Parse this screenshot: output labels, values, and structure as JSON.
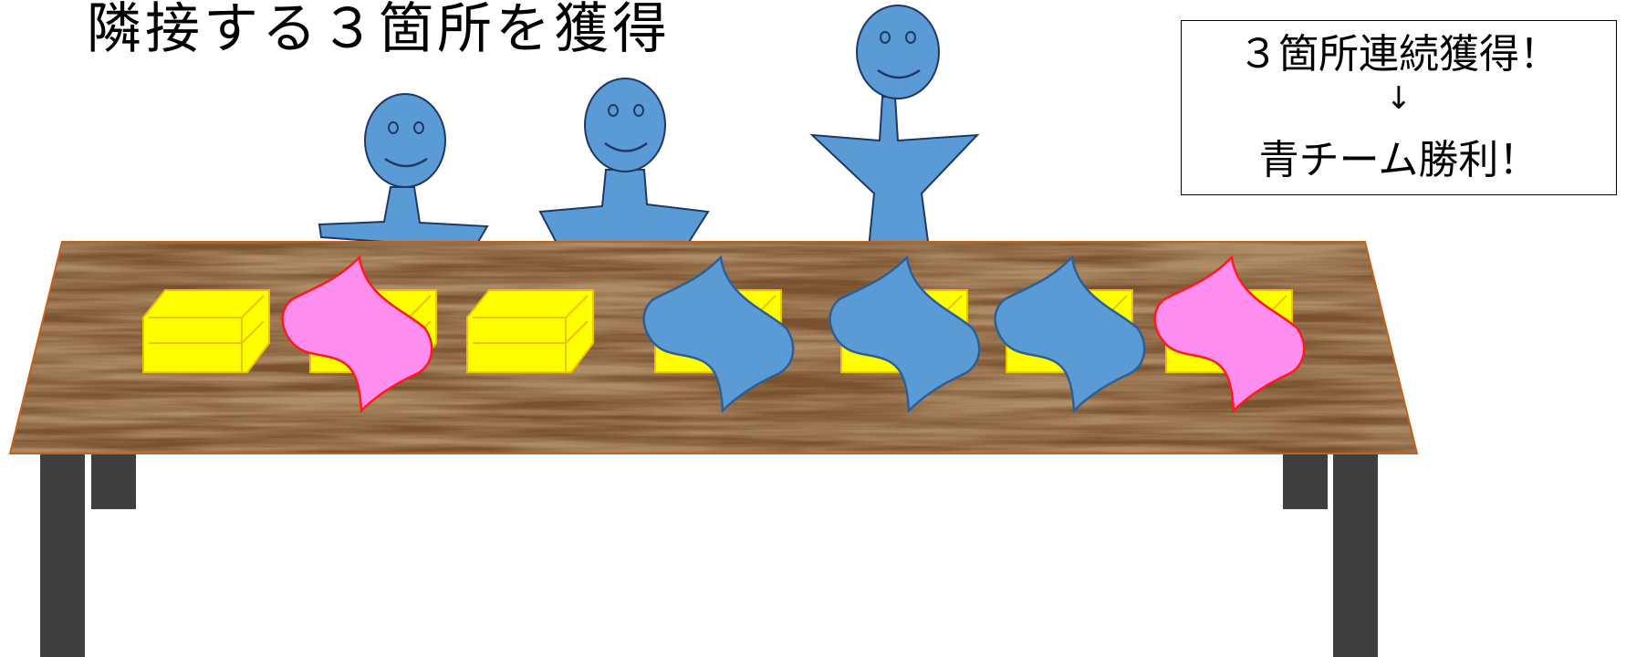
{
  "title": "隣接する３箇所を獲得",
  "result": {
    "line1": "３箇所連続獲得！",
    "arrow": "↓",
    "line2": "青チーム勝利！"
  },
  "colors": {
    "player_blue": "#5b9bd5",
    "card_pink": "#ff8ef0",
    "card_pink_border": "#ff1a1a",
    "box_yellow": "#ffff00",
    "box_yellow_border": "#f0c000",
    "table_wood": "#7a5230",
    "table_legs": "#3f3f3f"
  },
  "slots": [
    {
      "index": 1,
      "card": "none"
    },
    {
      "index": 2,
      "card": "pink"
    },
    {
      "index": 3,
      "card": "none"
    },
    {
      "index": 4,
      "card": "blue"
    },
    {
      "index": 5,
      "card": "blue"
    },
    {
      "index": 6,
      "card": "blue"
    },
    {
      "index": 7,
      "card": "pink"
    }
  ]
}
